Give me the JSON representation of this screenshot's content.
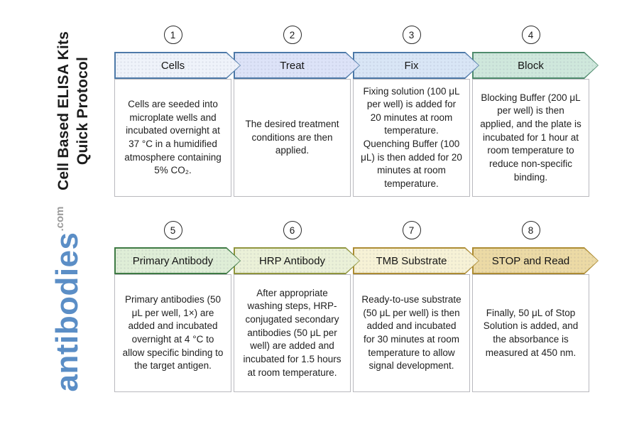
{
  "sidebar": {
    "title_line1": "Cell Based ELISA Kits",
    "title_line2": "Quick Protocol",
    "logo_name": "antibodies",
    "logo_tld": ".com",
    "logo_color": "#5b8ec6",
    "logo_tld_color": "#9a9a9a",
    "title_color": "#1c1c1c"
  },
  "steps": [
    {
      "number": "1",
      "label": "Cells",
      "description": "Cells are seeded into microplate wells and incubated overnight at 37 °C in a humidified atmosphere containing 5% CO₂.",
      "fill": "#eff3fa",
      "border": "#4d79a8"
    },
    {
      "number": "2",
      "label": "Treat",
      "description": "The desired treatment conditions are then applied.",
      "fill": "#dde3f8",
      "border": "#4d79a8"
    },
    {
      "number": "3",
      "label": "Fix",
      "description": "Fixing solution (100 μL per well) is added for 20 minutes at room temperature. Quenching Buffer (100 μL) is then added for 20 minutes at room temperature.",
      "fill": "#d9e6f6",
      "border": "#4d79a8"
    },
    {
      "number": "4",
      "label": "Block",
      "description": "Blocking Buffer (200 μL per well) is then applied, and the plate is incubated for 1 hour at room temperature to reduce non-specific binding.",
      "fill": "#cfe8dc",
      "border": "#4f8b6d"
    },
    {
      "number": "5",
      "label": "Primary Antibody",
      "description": "Primary antibodies (50 μL per well, 1×) are added and incubated overnight at 4 °C to allow specific binding to the target antigen.",
      "fill": "#dfeed7",
      "border": "#3e7a44"
    },
    {
      "number": "6",
      "label": "HRP Antibody",
      "description": "After appropriate washing steps, HRP-conjugated secondary antibodies (50 μL per well) are added and incubated for 1.5 hours at room temperature.",
      "fill": "#ebf1d8",
      "border": "#90953e"
    },
    {
      "number": "7",
      "label": "TMB Substrate",
      "description": "Ready-to-use substrate (50 μL per well) is then added and incubated for 30 minutes at room temperature to allow signal development.",
      "fill": "#f7f2d6",
      "border": "#ad8c34"
    },
    {
      "number": "8",
      "label": "STOP and Read",
      "description": "Finally, 50 μL of Stop Solution is added, and the absorbance is measured at 450 nm.",
      "fill": "#ecdaa5",
      "border": "#ad8c34"
    }
  ]
}
